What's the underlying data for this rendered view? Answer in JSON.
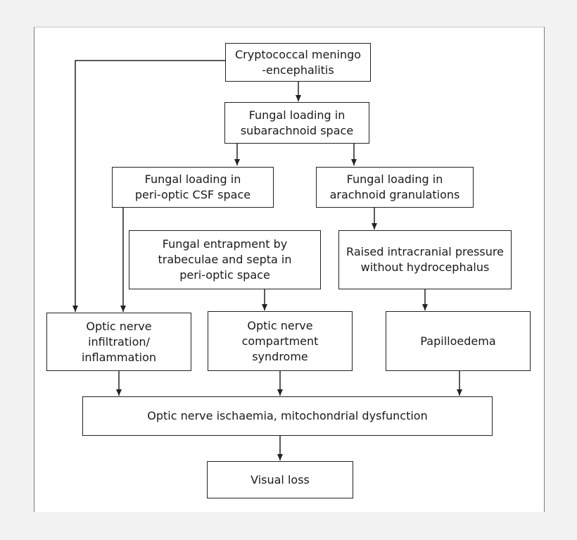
{
  "diagram": {
    "nodes": {
      "cryptococcal": "Cryptococcal meningo\n-encephalitis",
      "subarachnoid": "Fungal loading in\nsubarachnoid space",
      "perioptic_csf": "Fungal loading in\nperi-optic CSF space",
      "arachnoid": "Fungal loading in\narachnoid granulations",
      "entrapment": "Fungal entrapment by\ntrabeculae and septa in\nperi-optic space",
      "raised_icp": "Raised intracranial pressure\nwithout hydrocephalus",
      "infiltration": "Optic nerve\ninfiltration/\ninflammation",
      "compartment": "Optic nerve\ncompartment\nsyndrome",
      "papilloedema": "Papilloedema",
      "ischaemia": "Optic nerve ischaemia, mitochondrial dysfunction",
      "visual_loss": "Visual loss"
    },
    "edges": [
      [
        "cryptococcal",
        "subarachnoid"
      ],
      [
        "cryptococcal",
        "infiltration"
      ],
      [
        "subarachnoid",
        "perioptic_csf"
      ],
      [
        "subarachnoid",
        "arachnoid"
      ],
      [
        "perioptic_csf",
        "infiltration"
      ],
      [
        "arachnoid",
        "raised_icp"
      ],
      [
        "entrapment",
        "compartment"
      ],
      [
        "raised_icp",
        "papilloedema"
      ],
      [
        "infiltration",
        "ischaemia"
      ],
      [
        "compartment",
        "ischaemia"
      ],
      [
        "papilloedema",
        "ischaemia"
      ],
      [
        "ischaemia",
        "visual_loss"
      ]
    ]
  }
}
